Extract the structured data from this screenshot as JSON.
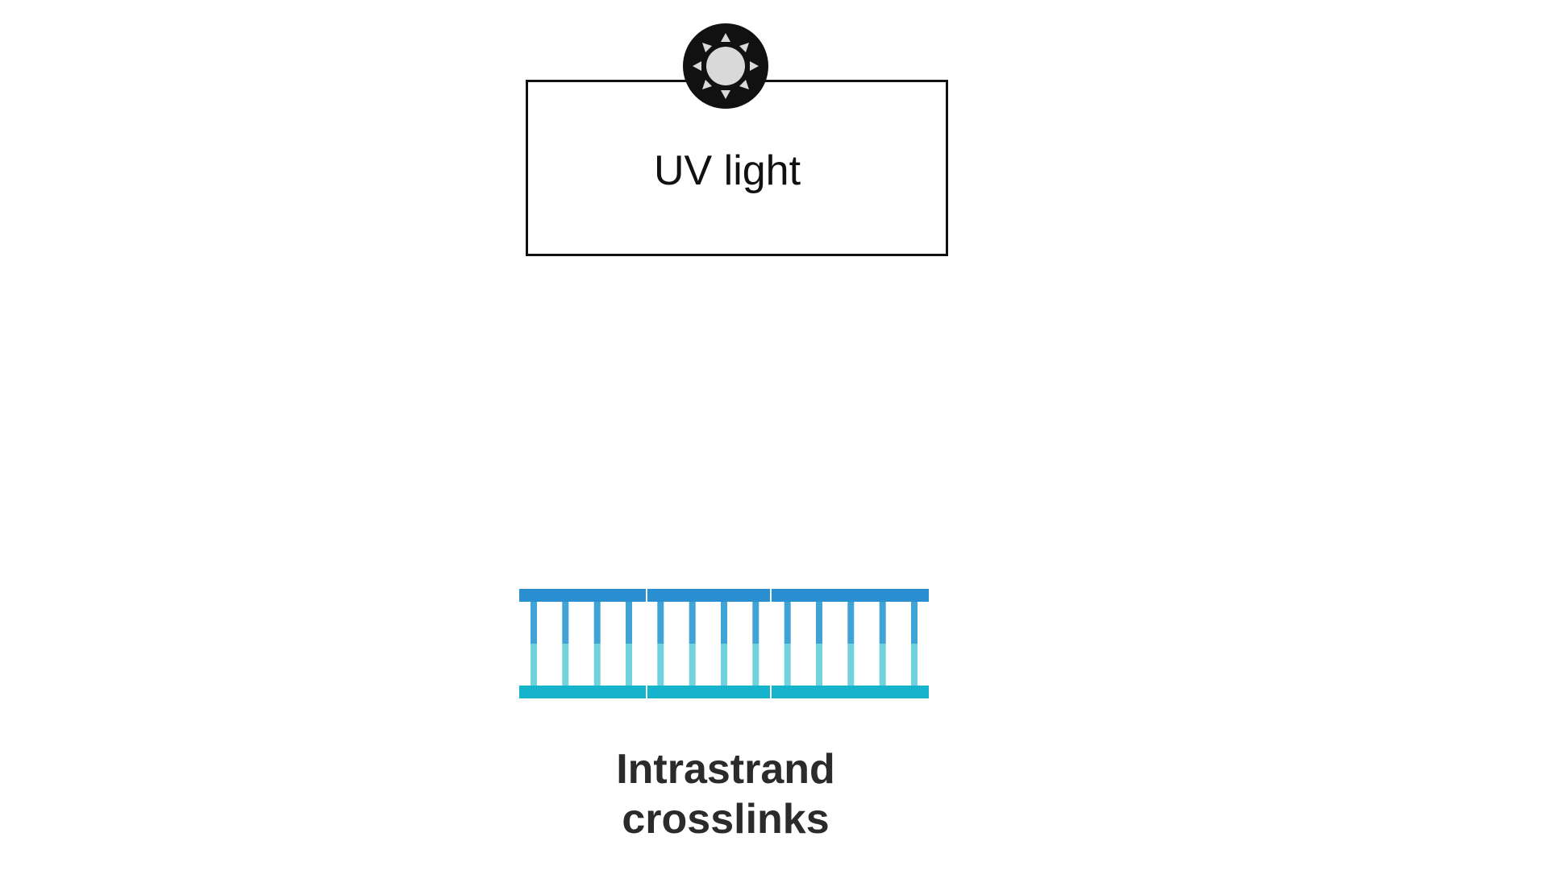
{
  "uv_panel": {
    "label": "UV light",
    "icon": "sun-icon"
  },
  "dna": {
    "icon": "dna-double-strand-icon",
    "rungs": 13,
    "colors": {
      "top_strand": "#2a8fd0",
      "bottom_strand": "#16b3cc",
      "rung_top": "#3fa3d6",
      "rung_bottom": "#6fd2dc"
    }
  },
  "caption": {
    "line1": "Intrastrand",
    "line2": "crosslinks"
  }
}
